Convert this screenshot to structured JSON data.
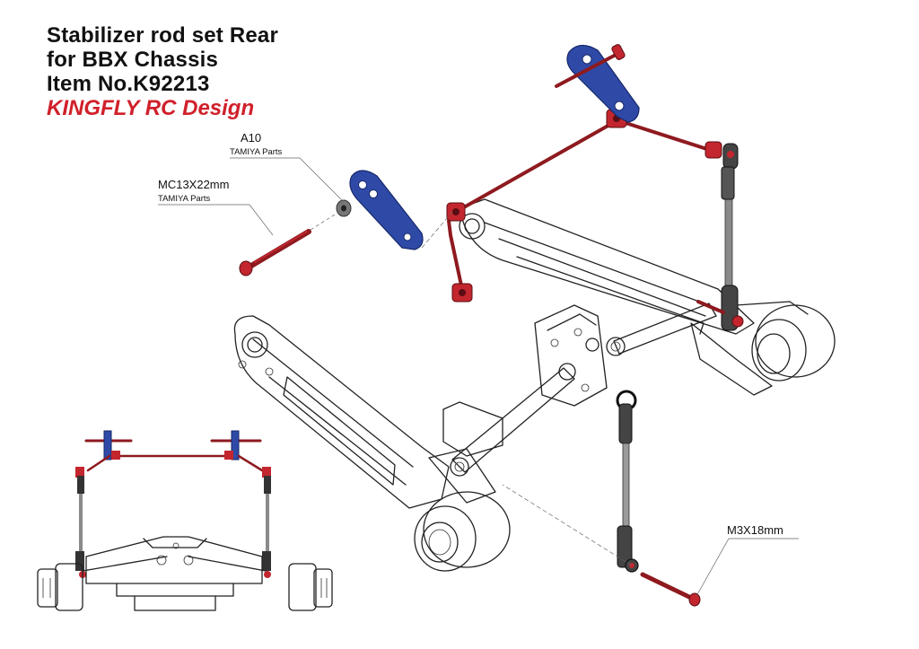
{
  "title": {
    "line1": "Stabilizer rod set Rear",
    "line2": "for BBX Chassis",
    "line3": "Item No.K92213",
    "brand": "KINGFLY RC Design"
  },
  "callouts": {
    "washer": {
      "part": "A10",
      "source": "TAMIYA Parts"
    },
    "screw_long": {
      "part": "MC13X22mm",
      "source": "TAMIYA Parts"
    },
    "screw_short": {
      "part": "M3X18mm"
    }
  },
  "colors": {
    "rod_red": "#8e1a1f",
    "part_red": "#c3262e",
    "arm_blue": "#2f4aa6",
    "link_gray": "#7f7f7f",
    "line_black": "#222222",
    "brand_red": "#d0202a"
  }
}
